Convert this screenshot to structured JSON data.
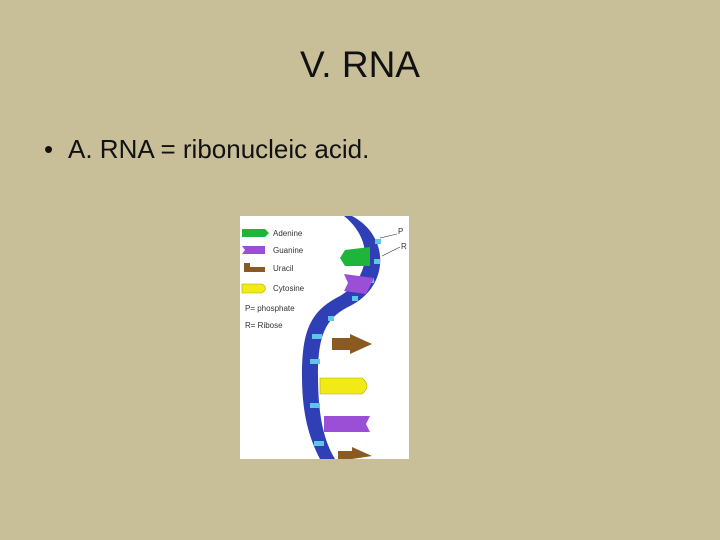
{
  "slide": {
    "title": "V. RNA",
    "bullet_marker": "•",
    "bullet_text": "A. RNA = ribonucleic acid."
  },
  "figure": {
    "legend": [
      {
        "label": "Adenine",
        "color": "#1fb53a"
      },
      {
        "label": "Guanine",
        "color": "#9b4fd6"
      },
      {
        "label": "Uracil",
        "color": "#8a5a22"
      },
      {
        "label": "Cytosine",
        "color": "#f2ea16"
      },
      {
        "label": "P= phosphate",
        "color": ""
      },
      {
        "label": "R= Ribose",
        "color": ""
      }
    ],
    "side_labels": [
      "P",
      "R"
    ],
    "backbone_color": "#2f3fb5",
    "node_color": "#5fc6e8"
  }
}
